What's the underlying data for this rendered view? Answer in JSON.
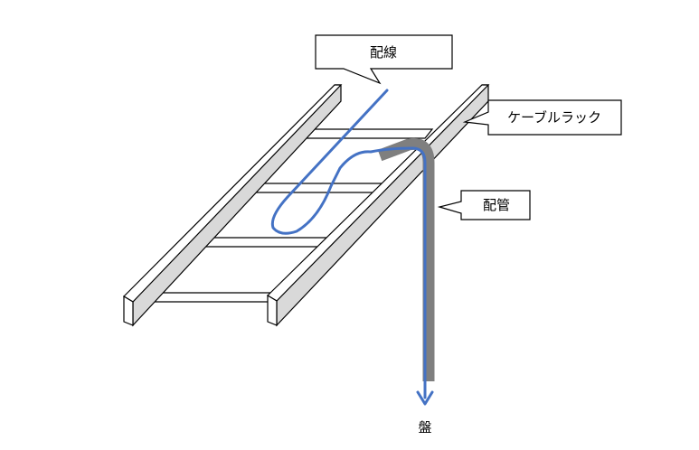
{
  "labels": {
    "wiring": "配線",
    "cable_rack": "ケーブルラック",
    "conduit": "配管",
    "panel": "盤"
  },
  "colors": {
    "wire": "#4472C4",
    "conduit": "#7F7F7F",
    "rack_fill": "#D9D9D9",
    "outline": "#000000",
    "background": "#FFFFFF"
  }
}
